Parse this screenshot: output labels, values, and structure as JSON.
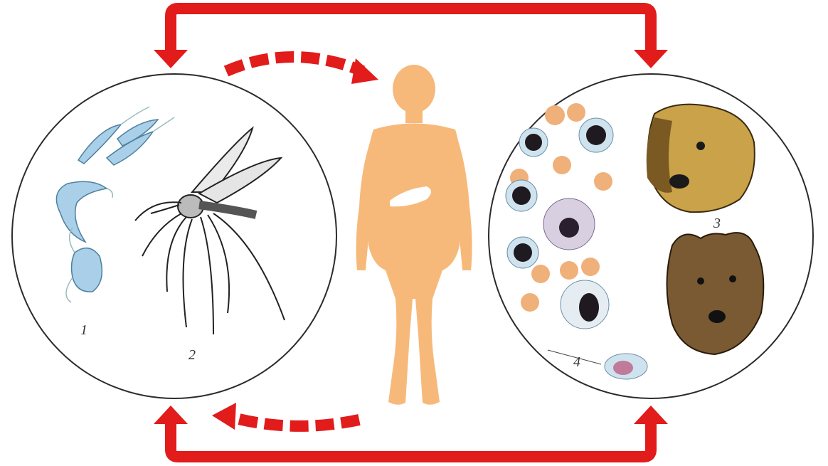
{
  "labels": {
    "flagellates": "1",
    "mosquito": "2",
    "animal_hosts": "3",
    "blood_cell": "4"
  },
  "colors": {
    "arrow": "#e21b1b",
    "body": "#f7b97a",
    "liver": "#ffffff",
    "circle_stroke": "#2b2b2b",
    "parasite": "#a9cfe9",
    "red_cell": "#f0b07a",
    "leukocyte_nucleus": "#1f1a1f",
    "dog_fur": "#c9a24a",
    "wild_fur": "#7a5a32"
  },
  "icons": [
    "leishmania-flagellate-icon",
    "mosquito-icon",
    "human-body-icon",
    "dog-head-icon",
    "wild-canid-head-icon",
    "blood-cell-icon"
  ]
}
